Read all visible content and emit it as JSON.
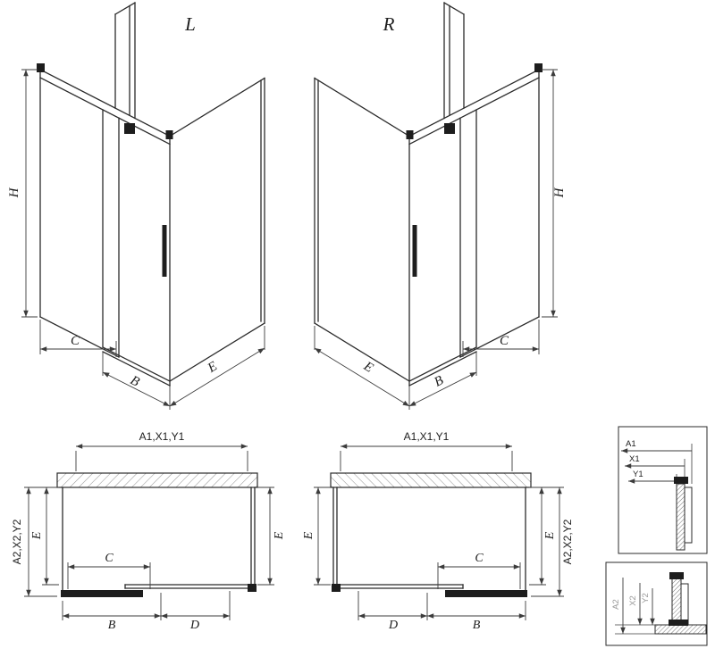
{
  "drawing": {
    "iso_left": {
      "variant_label": "L",
      "dim_height": "H",
      "dim_fixed": "C",
      "dim_door": "B",
      "dim_side": "E"
    },
    "iso_right": {
      "variant_label": "R",
      "dim_height": "H",
      "dim_fixed": "C",
      "dim_door": "B",
      "dim_side": "E"
    },
    "plan_left": {
      "dim_width": "A1,X1,Y1",
      "dim_depth_outer": "A2,X2,Y2",
      "dim_depth_inner": "E",
      "dim_depth_far": "E",
      "dim_opening": "C",
      "dim_door": "B",
      "dim_fixed": "D"
    },
    "plan_right": {
      "dim_width": "A1,X1,Y1",
      "dim_depth_outer": "A2,X2,Y2",
      "dim_depth_inner": "E",
      "dim_depth_far": "E",
      "dim_opening": "C",
      "dim_door": "B",
      "dim_fixed": "D"
    },
    "detail_top": {
      "dim_1": "A1",
      "dim_2": "X1",
      "dim_3": "Y1"
    },
    "detail_bottom": {
      "dim_1": "A2",
      "dim_2": "X2",
      "dim_3": "Y2"
    }
  },
  "colors": {
    "line": "#2b2b2b",
    "dim": "#3c3c3c",
    "hatch": "#999999",
    "detail_label_muted": "#9a9a9a",
    "background": "#ffffff"
  }
}
